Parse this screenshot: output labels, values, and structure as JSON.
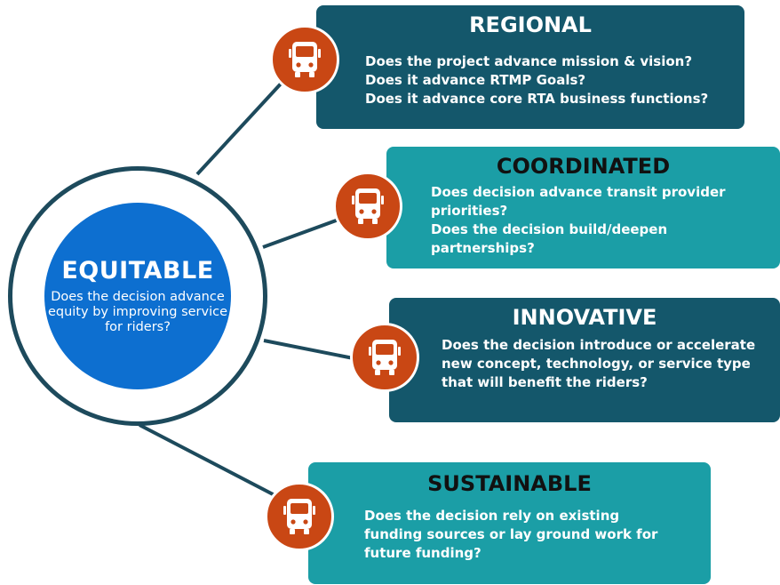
{
  "center": {
    "title": "EQUITABLE",
    "text": "Does the decision advance equity by improving service for riders?"
  },
  "cards": [
    {
      "title": "REGIONAL",
      "lines": [
        "Does the project advance mission & vision?",
        "Does it advance RTMP Goals?",
        "Does it advance core RTA business  functions?"
      ],
      "icon": "bus-icon"
    },
    {
      "title": "COORDINATED",
      "lines": [
        "Does decision advance transit provider",
        "priorities?",
        "Does the decision build/deepen",
        "partnerships?"
      ],
      "icon": "bus-icon"
    },
    {
      "title": "INNOVATIVE",
      "lines": [
        "Does the decision introduce or accelerate",
        "new concept, technology, or service type",
        "that will benefit the riders?"
      ],
      "icon": "bus-icon"
    },
    {
      "title": "SUSTAINABLE",
      "lines": [
        "Does the decision rely on existing",
        "funding sources or lay ground work for",
        "future funding?"
      ],
      "icon": "bus-icon"
    }
  ],
  "colors": {
    "dark_teal": "#14576b",
    "light_teal": "#1b9ea6",
    "center_blue": "#0d6fd0",
    "icon_orange": "#c94714",
    "connector": "#1d4a5c"
  }
}
